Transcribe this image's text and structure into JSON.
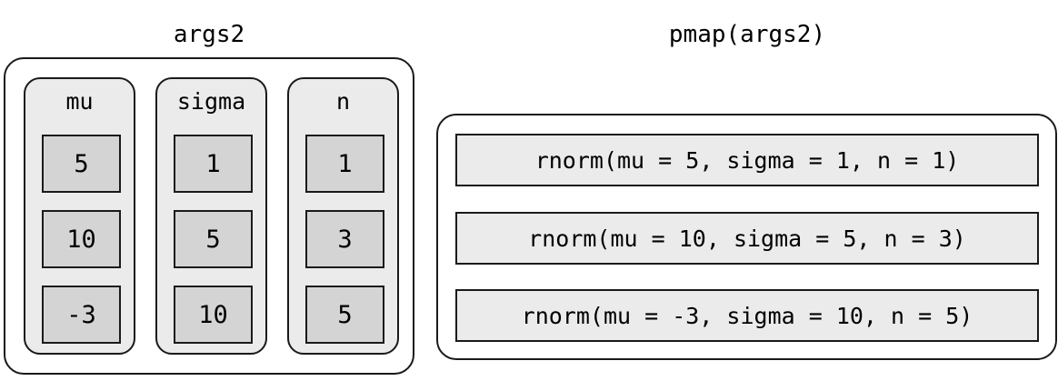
{
  "diagram": {
    "left_panel": {
      "title": "args2",
      "columns": [
        {
          "name": "mu",
          "header": "mu",
          "values": [
            "5",
            "10",
            "-3"
          ]
        },
        {
          "name": "sigma",
          "header": "sigma",
          "values": [
            "1",
            "5",
            "10"
          ]
        },
        {
          "name": "n",
          "header": "n",
          "values": [
            "1",
            "3",
            "5"
          ]
        }
      ]
    },
    "right_panel": {
      "title": "pmap(args2)",
      "rows": [
        "rnorm(mu = 5, sigma = 1, n = 1)",
        "rnorm(mu = 10, sigma = 5, n = 3)",
        "rnorm(mu = -3, sigma = 10, n = 5)"
      ]
    },
    "colors": {
      "outline": "#1a1a1a",
      "panel_fill": "#ebebeb",
      "cell_fill": "#d4d4d4",
      "background": "#ffffff",
      "text": "#000000"
    }
  }
}
